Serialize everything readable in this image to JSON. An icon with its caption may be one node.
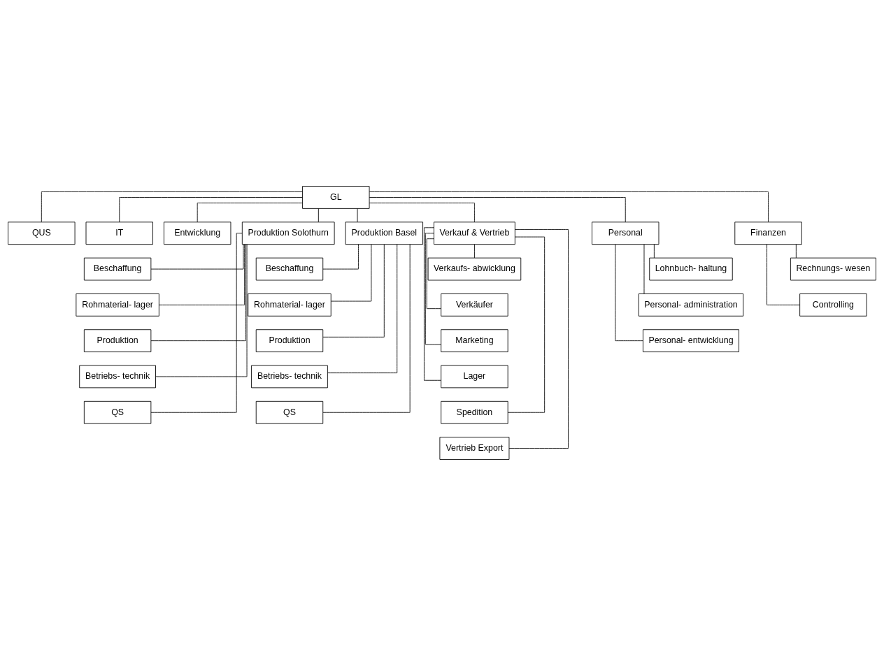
{
  "diagram": {
    "nodes": [
      {
        "text": [
          "GL"
        ]
      },
      {
        "text": [
          "QUS"
        ]
      },
      {
        "text": [
          "IT"
        ]
      },
      {
        "text": [
          "Entwicklung"
        ]
      },
      {
        "text": [
          "Produktion Solothurn"
        ]
      },
      {
        "text": [
          "Produktion Basel"
        ]
      },
      {
        "text": [
          "Verkauf & Vertrieb"
        ]
      },
      {
        "text": [
          "Personal"
        ]
      },
      {
        "text": [
          "Finanzen"
        ]
      },
      {
        "text": [
          "Beschaffung"
        ]
      },
      {
        "text": [
          "Rohmaterial- lager"
        ]
      },
      {
        "text": [
          "Produktion"
        ]
      },
      {
        "text": [
          "Betriebs- technik"
        ]
      },
      {
        "text": [
          "QS"
        ]
      },
      {
        "text": [
          "Beschaffung"
        ]
      },
      {
        "text": [
          "Rohmaterial- lager"
        ]
      },
      {
        "text": [
          "Produktion"
        ]
      },
      {
        "text": [
          "Betriebs- technik"
        ]
      },
      {
        "text": [
          "QS"
        ]
      },
      {
        "text": [
          "Verkaufs- abwicklung"
        ]
      },
      {
        "text": [
          "Verkäufer"
        ]
      },
      {
        "text": [
          "Marketing"
        ]
      },
      {
        "text": [
          "Lager"
        ]
      },
      {
        "text": [
          "Spedition"
        ]
      },
      {
        "text": [
          "Vertrieb Export"
        ]
      },
      {
        "text": [
          "Lohnbuch- haltung"
        ]
      },
      {
        "text": [
          "Personal- administration"
        ]
      },
      {
        "text": [
          "Personal- entwicklung"
        ]
      },
      {
        "text": [
          "Rechnungs- wesen"
        ]
      },
      {
        "text": [
          "Controlling"
        ]
      }
    ],
    "edges": [
      {
        "from": 0,
        "to": 1,
        "arrow": "none"
      },
      {
        "from": 0,
        "to": 2,
        "arrow": "none"
      },
      {
        "from": 0,
        "to": 3,
        "arrow": "none"
      },
      {
        "from": 0,
        "to": 4,
        "arrow": "none"
      },
      {
        "from": 0,
        "to": 5,
        "arrow": "none"
      },
      {
        "from": 0,
        "to": 6,
        "arrow": "none"
      },
      {
        "from": 0,
        "to": 7,
        "arrow": "none"
      },
      {
        "from": 0,
        "to": 8,
        "arrow": "none"
      },
      {
        "from": 4,
        "to": 9,
        "arrow": "none"
      },
      {
        "from": 4,
        "to": 10,
        "arrow": "none"
      },
      {
        "from": 4,
        "to": 11,
        "arrow": "none"
      },
      {
        "from": 4,
        "to": 12,
        "arrow": "none"
      },
      {
        "from": 4,
        "to": 13,
        "arrow": "none"
      },
      {
        "from": 5,
        "to": 14,
        "arrow": "none"
      },
      {
        "from": 5,
        "to": 15,
        "arrow": "none"
      },
      {
        "from": 5,
        "to": 16,
        "arrow": "none"
      },
      {
        "from": 5,
        "to": 17,
        "arrow": "none"
      },
      {
        "from": 5,
        "to": 18,
        "arrow": "none"
      },
      {
        "from": 6,
        "to": 19,
        "arrow": "none"
      },
      {
        "from": 6,
        "to": 20,
        "arrow": "none"
      },
      {
        "from": 6,
        "to": 21,
        "arrow": "none"
      },
      {
        "from": 6,
        "to": 22,
        "arrow": "none"
      },
      {
        "from": 6,
        "to": 23,
        "arrow": "none"
      },
      {
        "from": 6,
        "to": 24,
        "arrow": "none"
      },
      {
        "from": 7,
        "to": 25,
        "arrow": "none"
      },
      {
        "from": 7,
        "to": 26,
        "arrow": "none"
      },
      {
        "from": 7,
        "to": 27,
        "arrow": "none"
      },
      {
        "from": 8,
        "to": 28,
        "arrow": "none"
      },
      {
        "from": 8,
        "to": 29,
        "arrow": "none"
      }
    ]
  }
}
